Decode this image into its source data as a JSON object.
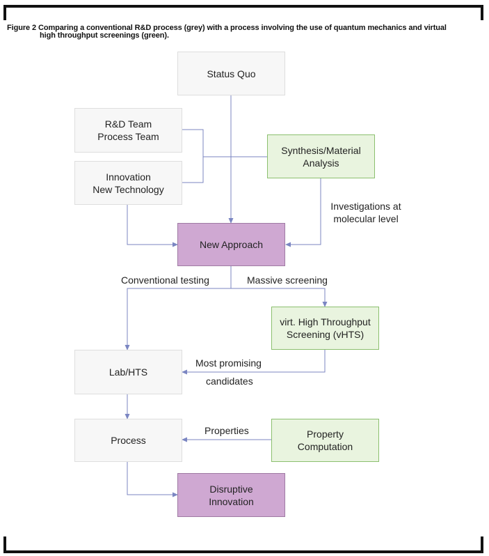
{
  "caption": {
    "figure_label": "Figure 2",
    "line1": "Comparing a conventional R&D process (grey) with a process involving the use of quantum mechanics and virtual",
    "line2": "high throughput screenings (green)."
  },
  "boxes": {
    "status_quo": "Status Quo",
    "rd_team": "R&D Team\nProcess Team",
    "innovation": "Innovation\nNew Technology",
    "synthesis": "Synthesis/Material\nAnalysis",
    "new_approach": "New Approach",
    "vhts": "virt. High Throughput\nScreening (vHTS)",
    "lab_hts": "Lab/HTS",
    "process": "Process",
    "property_computation": "Property\nComputation",
    "disruptive_innovation": "Disruptive\nInnovation"
  },
  "labels": {
    "investigations": "Investigations at\nmolecular level",
    "conventional_testing": "Conventional testing",
    "massive_screening": "Massive screening",
    "most_promising": "Most promising",
    "candidates": "candidates",
    "properties": "Properties"
  },
  "colors": {
    "conventional_grey": "#f7f7f7",
    "vhts_green": "#e9f4df",
    "key_purple": "#cfa8d2",
    "connector": "#7b86c2"
  }
}
